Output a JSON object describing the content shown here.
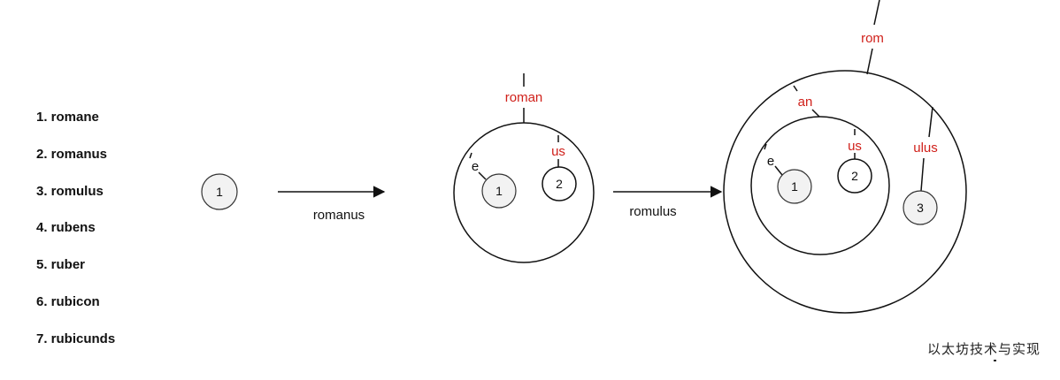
{
  "word_list": [
    "1. romane",
    "2. romanus",
    "3. romulus",
    "4. rubens",
    "5. ruber",
    "6. rubicon",
    "7. rubicunds"
  ],
  "stage1": {
    "node": "1"
  },
  "arrow1_label": "romanus",
  "stage2": {
    "edge_top": "roman",
    "edge_e": "e",
    "edge_us": "us",
    "node_1": "1",
    "node_2": "2"
  },
  "arrow2_label": "romulus",
  "stage3": {
    "edge_top": "rom",
    "edge_an": "an",
    "edge_e": "e",
    "edge_us": "us",
    "edge_ulus": "ulus",
    "node_1": "1",
    "node_2": "2",
    "node_3": "3"
  },
  "watermark": "以太坊技术与实现",
  "colors": {
    "edge_label_red": "#d0201a",
    "leaf_fill": "#f2f2f2",
    "stroke": "#111111"
  }
}
